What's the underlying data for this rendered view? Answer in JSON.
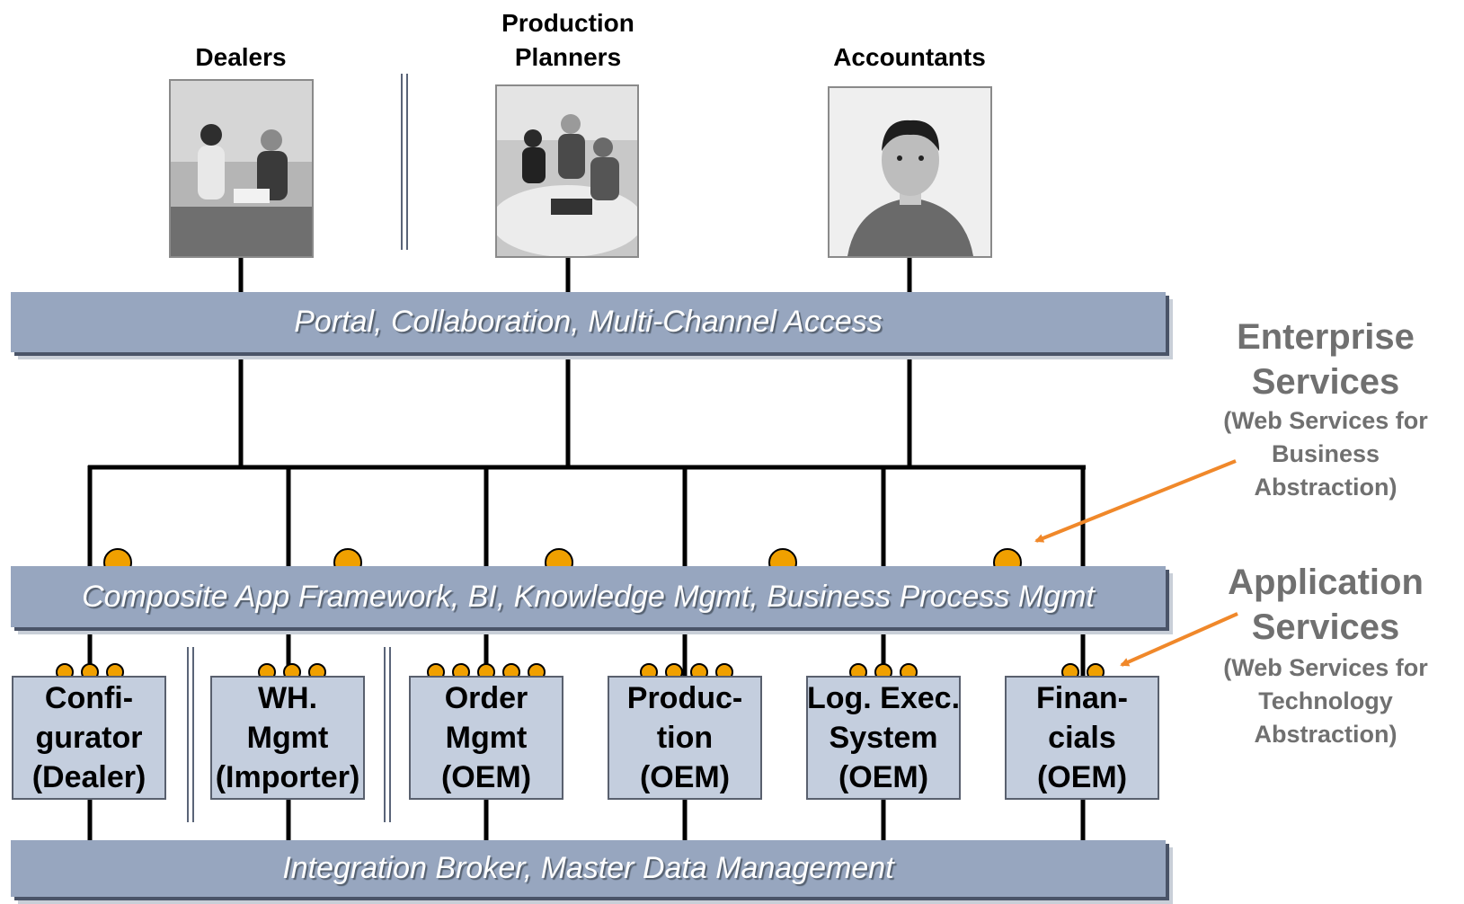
{
  "colors": {
    "bar": "#97a6bf",
    "box": "#c4cede",
    "dot": "#f0a000",
    "arrow": "#f0882a",
    "line": "#000000",
    "side_text": "#707070"
  },
  "roles": [
    {
      "label": "Dealers"
    },
    {
      "label": "Production\nPlanners"
    },
    {
      "label": "Accountants"
    }
  ],
  "layers": {
    "portal": "Portal, Collaboration, Multi-Channel Access",
    "composite": "Composite App Framework, BI, Knowledge Mgmt, Business Process Mgmt",
    "integration": "Integration Broker, Master Data Management"
  },
  "applications": [
    {
      "label": "Confi-\ngurator\n(Dealer)",
      "services": 3
    },
    {
      "label": "WH.\nMgmt\n(Importer)",
      "services": 3
    },
    {
      "label": "Order\nMgmt\n(OEM)",
      "services": 5
    },
    {
      "label": "Produc-\ntion\n(OEM)",
      "services": 4
    },
    {
      "label": "Log. Exec.\nSystem\n(OEM)",
      "services": 3
    },
    {
      "label": "Finan-\ncials\n(OEM)",
      "services": 2
    }
  ],
  "enterprise_service_count": 5,
  "side_labels": {
    "enterprise_title": "Enterprise\nServices",
    "enterprise_sub": "(Web Services for\nBusiness\nAbstraction)",
    "application_title": "Application\nServices",
    "application_sub": "(Web Services for\nTechnology\nAbstraction)"
  }
}
